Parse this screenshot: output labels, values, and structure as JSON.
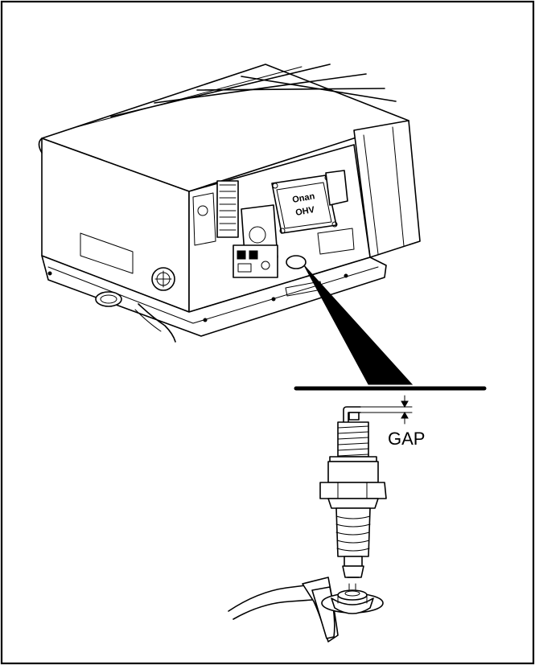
{
  "figure": {
    "gap_label": "GAP",
    "engine_brand_text": "Onan",
    "engine_model_text": "OHV"
  },
  "colors": {
    "line": "#000000",
    "background": "#ffffff",
    "shade": "#dcdcdc"
  }
}
